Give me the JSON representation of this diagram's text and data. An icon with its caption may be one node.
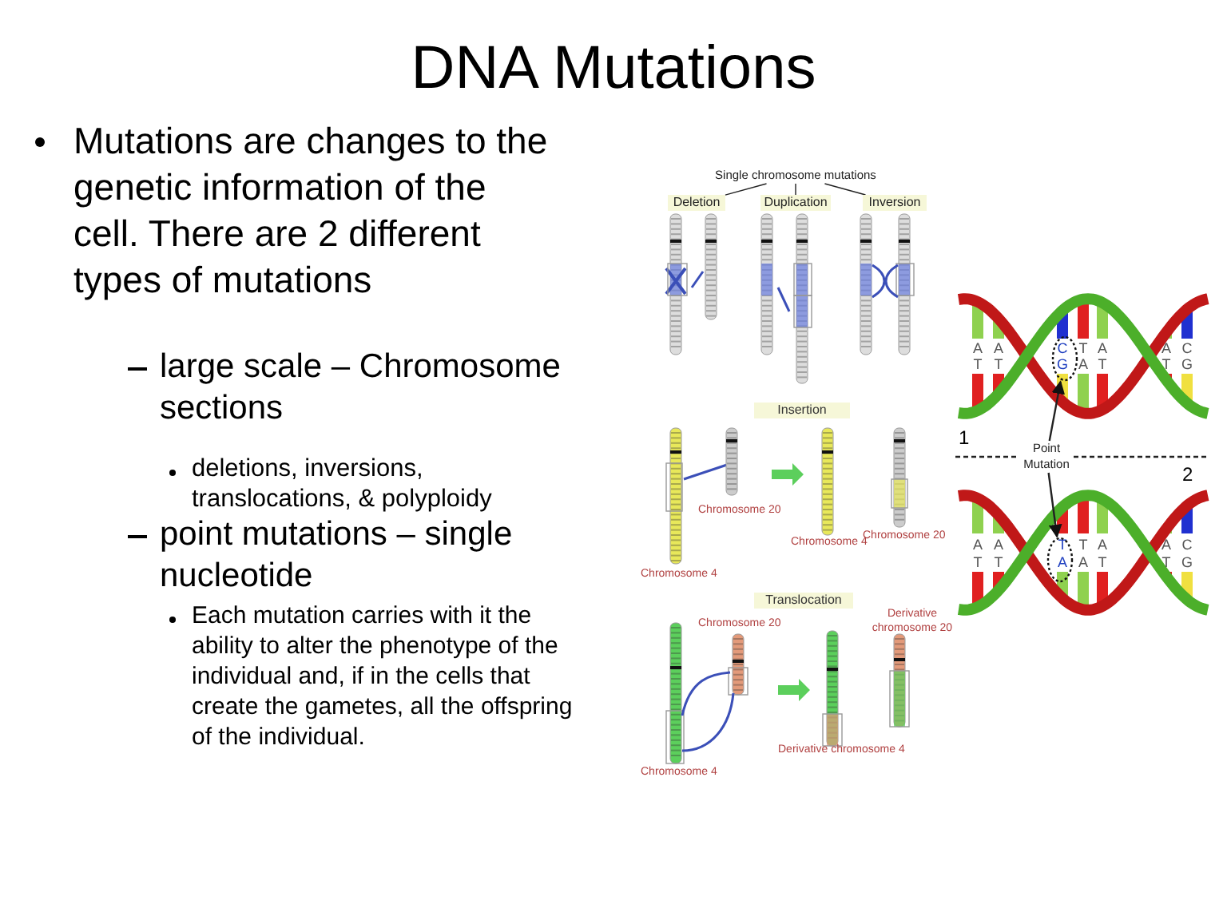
{
  "diagram": {
    "title": "DNA Mutations",
    "nodes": [
      {
        "text": [
          "Single chromosome mutations"
        ]
      },
      {
        "text": [
          "Deletion"
        ]
      },
      {
        "text": [
          "Duplication"
        ]
      },
      {
        "text": [
          "Inversion"
        ]
      },
      {
        "text": [
          "Point Mutation"
        ]
      },
      {
        "text": [],
        "shape": "circle"
      },
      {
        "text": [],
        "shape": "circle"
      }
    ],
    "edges": [
      {
        "from": 0,
        "to": 1,
        "arrow": "none"
      },
      {
        "from": 0,
        "to": 2,
        "arrow": "none"
      },
      {
        "from": 0,
        "to": 3,
        "arrow": "none"
      },
      {
        "from": 4,
        "to": 5,
        "arrow": "to"
      },
      {
        "from": 4,
        "to": 6,
        "arrow": "to"
      }
    ],
    "labels": [
      "Mutations are changes to the genetic information of the cell. There are 2 different types of mutations",
      "large scale – Chromosome sections",
      "deletions, inversions, translocations, & polyploidy",
      "point mutations – single nucleotide",
      "Each mutation carries with it the ability to alter the phenotype of the individual and, if in the cells that create the gametes, all the offspring of the individual.",
      "Insertion",
      "Chromosome 20",
      "Chromosome 20",
      "Chromosome 4",
      "Chromosome 4",
      "Translocation",
      "Derivative chromosome 20",
      "Chromosome 20",
      "Derivative chromosome 4",
      "Chromosome 4",
      "A",
      "A",
      "C",
      "T",
      "A",
      "A",
      "C",
      "T",
      "T",
      "G",
      "A",
      "T",
      "T",
      "G",
      "1",
      "2",
      "A",
      "A",
      "T",
      "T",
      "A",
      "A",
      "C",
      "T",
      "T",
      "A",
      "A",
      "T",
      "T",
      "G"
    ]
  }
}
